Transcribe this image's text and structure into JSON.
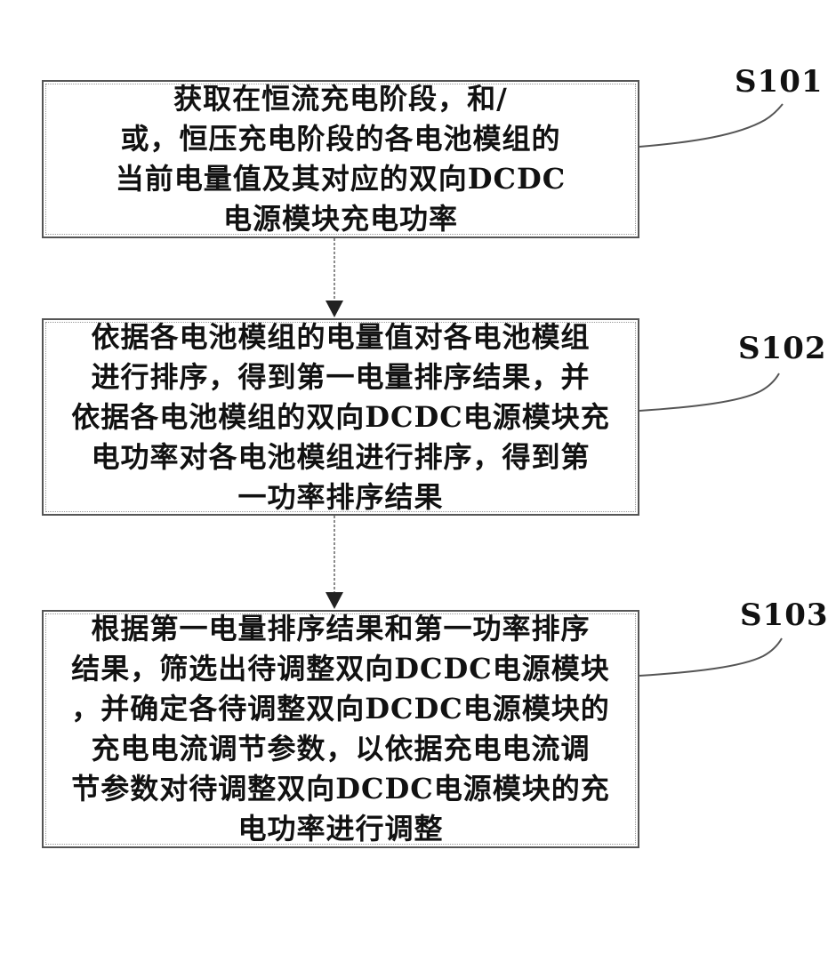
{
  "steps": [
    {
      "label": "S101",
      "text": "获取在恒流充电阶段，和/\n或，恒压充电阶段的各电池模组的\n当前电量值及其对应的双向DCDC\n电源模块充电功率"
    },
    {
      "label": "S102",
      "text": "依据各电池模组的电量值对各电池模组\n进行排序，得到第一电量排序结果，并\n依据各电池模组的双向DCDC电源模块充\n电功率对各电池模组进行排序，得到第\n一功率排序结果"
    },
    {
      "label": "S103",
      "text": "根据第一电量排序结果和第一功率排序\n结果，筛选出待调整双向DCDC电源模块\n，并确定各待调整双向DCDC电源模块的\n充电电流调节参数，以依据充电电流调\n节参数对待调整双向DCDC电源模块的充\n电功率进行调整"
    }
  ],
  "colors": {
    "line": "#555555",
    "text": "#111111"
  }
}
